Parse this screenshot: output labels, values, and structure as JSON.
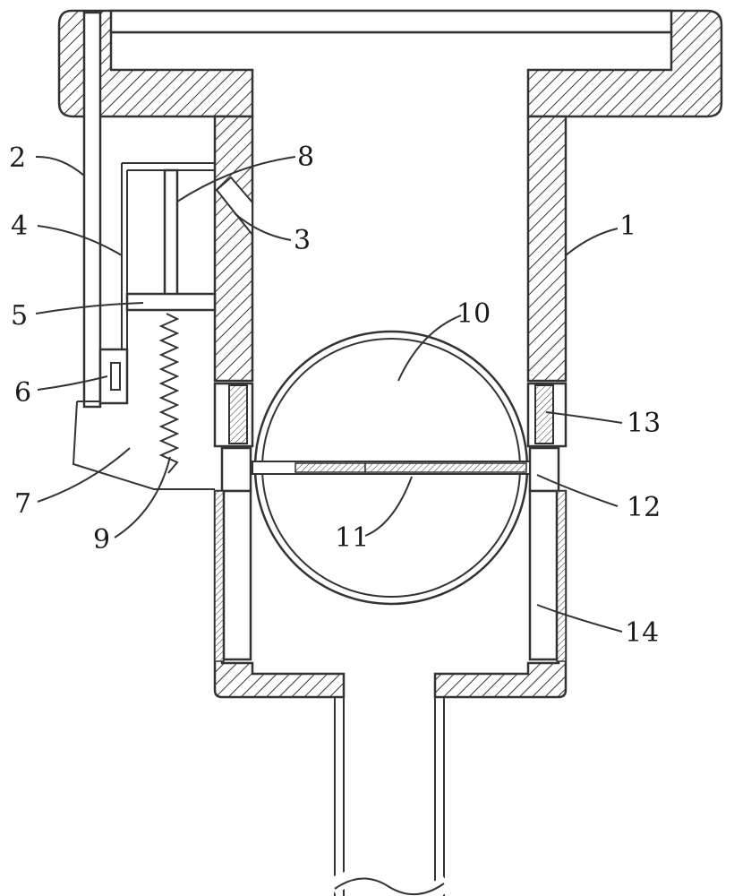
{
  "figure": {
    "labels": {
      "housing": "1",
      "side_rod": "2",
      "inlet_port": "3",
      "guide_sleeve": "4",
      "piston_plate": "5",
      "latch": "6",
      "deflector": "7",
      "guide_rod": "8",
      "spring": "9",
      "ball_float": "10",
      "axle_rod": "11",
      "bearing_block": "12",
      "rack_insert": "13",
      "slide_channel": "14"
    }
  }
}
